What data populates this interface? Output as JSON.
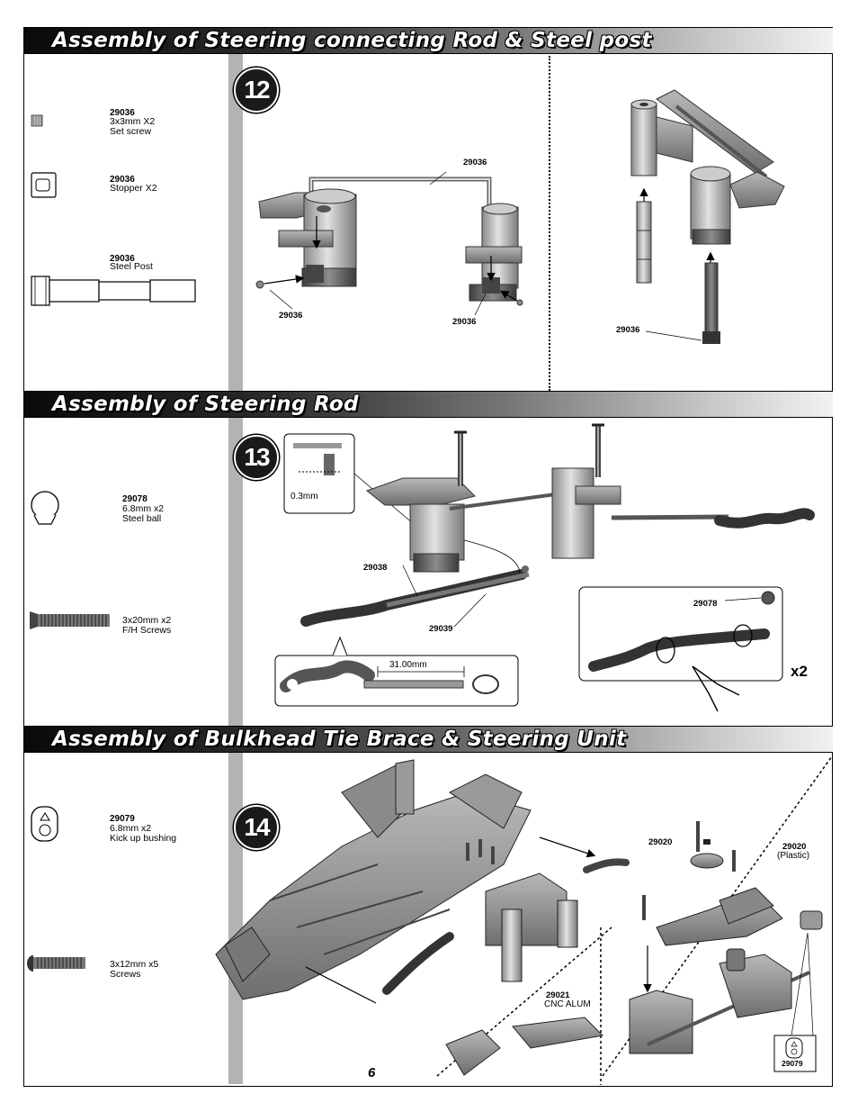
{
  "sections": [
    {
      "title": "Assembly of Steering connecting Rod & Steel post",
      "step": "12"
    },
    {
      "title": "Assembly of Steering Rod",
      "step": "13"
    },
    {
      "title": "Assembly of Bulkhead Tie Brace & Steering Unit",
      "step": "14"
    }
  ],
  "parts_12": [
    {
      "num": "29036",
      "desc": "3x3mm X2\nSet screw",
      "icon": "set-screw-icon"
    },
    {
      "num": "29036",
      "desc": "Stopper X2",
      "icon": "stopper-icon"
    },
    {
      "num": "29036",
      "desc": "Steel Post",
      "icon": "steel-post-icon"
    }
  ],
  "parts_13": [
    {
      "num": "29078",
      "desc": "6.8mm x2\nSteel ball",
      "icon": "steel-ball-icon"
    },
    {
      "num": "",
      "desc": "3x20mm x2\nF/H Screws",
      "icon": "fh-screw-icon"
    }
  ],
  "parts_14": [
    {
      "num": "29079",
      "desc": "6.8mm x2\nKick up bushing",
      "icon": "bushing-icon"
    },
    {
      "num": "",
      "desc": "3x12mm x5\nScrews",
      "icon": "screw-icon"
    }
  ],
  "labels_12": {
    "rod": "29036",
    "screw_left": "29036",
    "screw_right": "29036",
    "post": "29036"
  },
  "labels_13": {
    "gap": "0.3mm",
    "rod_a": "29038",
    "rod_b": "29039",
    "ball": "29078",
    "length": "31.00mm",
    "multiplier": "x2"
  },
  "labels_14": {
    "tie_brace_num": "29020",
    "plastic_num": "29020",
    "plastic_note": "(Plastic)",
    "alum_num": "29021",
    "alum_note": "CNC ALUM",
    "bushing_num": "29079"
  },
  "page_number": "6"
}
